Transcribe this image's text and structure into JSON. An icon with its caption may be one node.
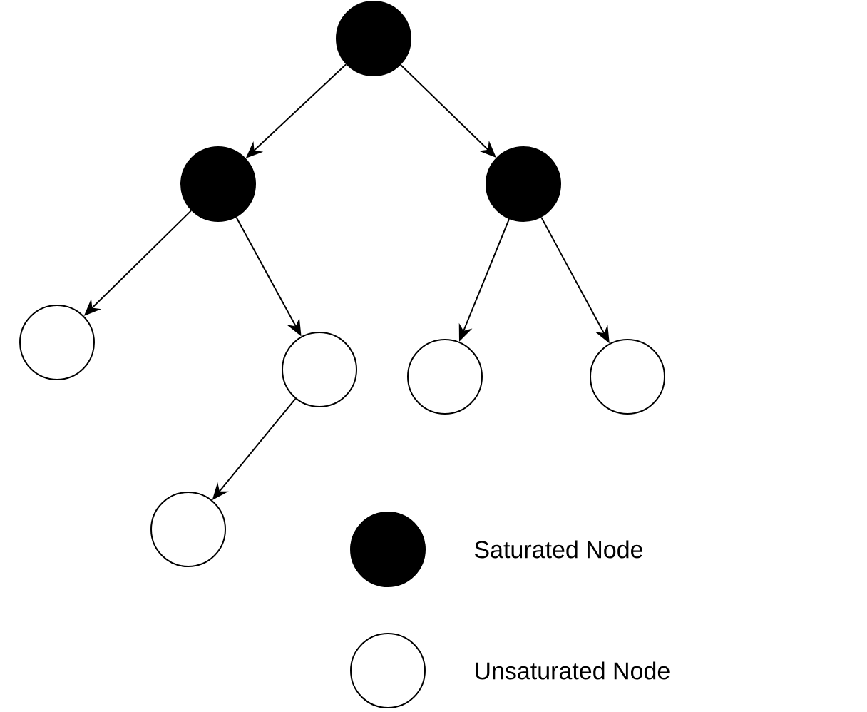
{
  "diagram": {
    "nodes": [
      {
        "text": [],
        "shape": "circle"
      },
      {
        "text": [],
        "shape": "circle"
      },
      {
        "text": [],
        "shape": "circle"
      },
      {
        "text": [],
        "shape": "circle"
      },
      {
        "text": [],
        "shape": "circle"
      },
      {
        "text": [],
        "shape": "circle"
      },
      {
        "text": [],
        "shape": "circle"
      },
      {
        "text": [],
        "shape": "circle"
      }
    ],
    "edges": [
      {
        "from": 0,
        "to": 1,
        "arrow": "to"
      },
      {
        "from": 0,
        "to": 2,
        "arrow": "to"
      },
      {
        "from": 1,
        "to": 3,
        "arrow": "to"
      },
      {
        "from": 1,
        "to": 4,
        "arrow": "to"
      },
      {
        "from": 2,
        "to": 5,
        "arrow": "to"
      },
      {
        "from": 2,
        "to": 6,
        "arrow": "to"
      },
      {
        "from": 4,
        "to": 7,
        "arrow": "to"
      }
    ],
    "legend": [
      {
        "text": "Saturated Node"
      },
      {
        "text": "Unsaturated Node"
      }
    ]
  }
}
